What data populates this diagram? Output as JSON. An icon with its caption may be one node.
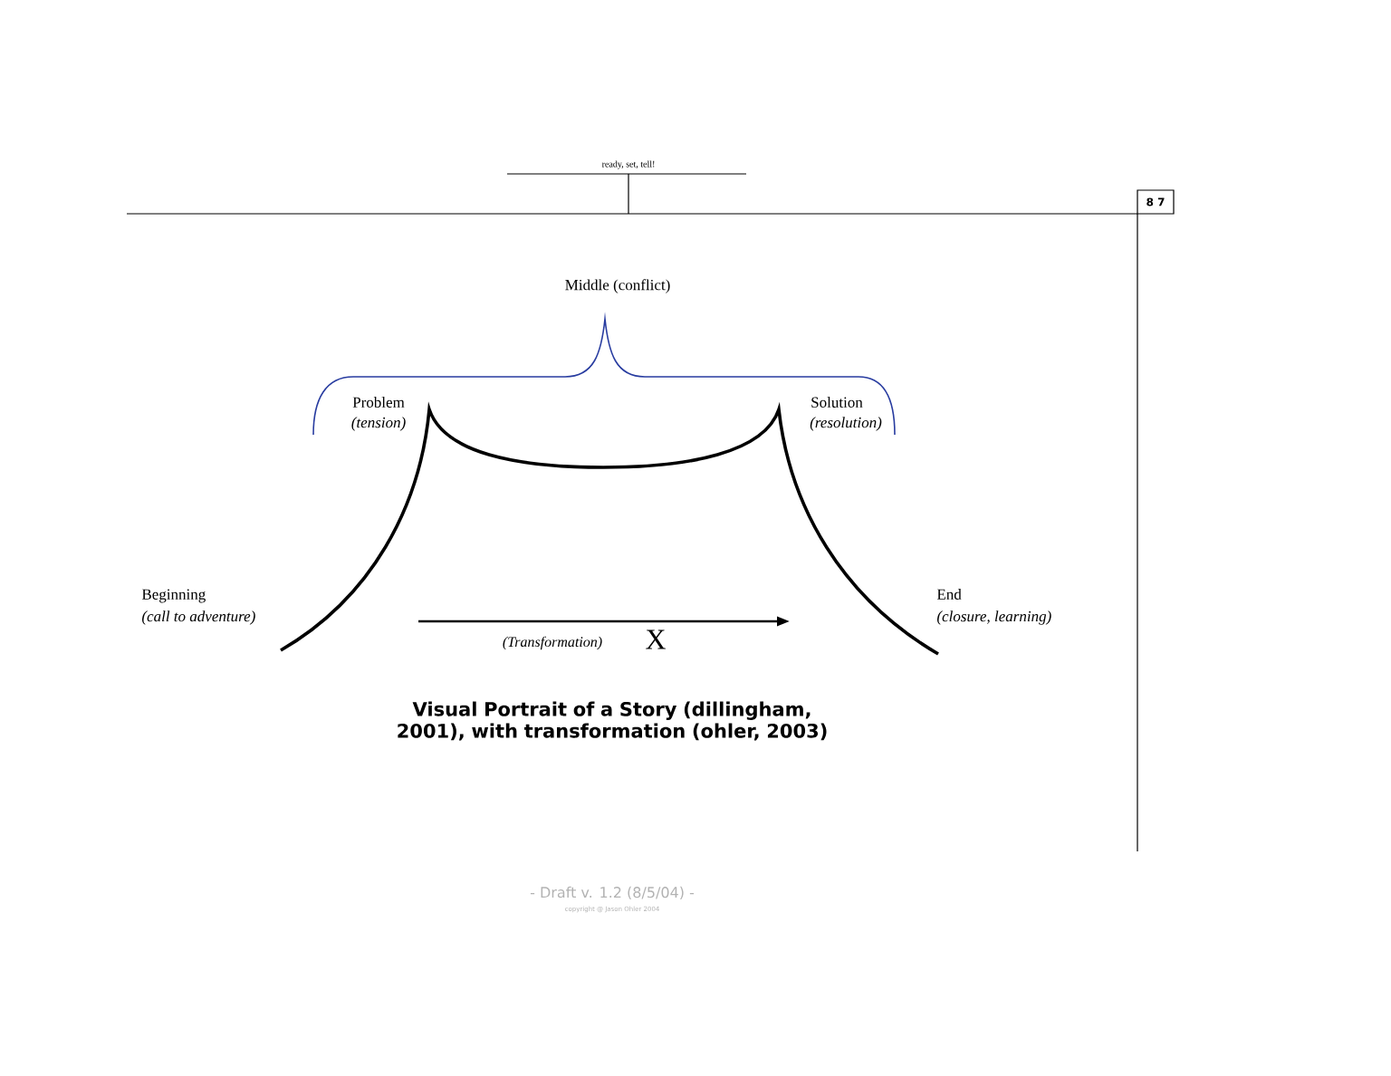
{
  "diagram": {
    "caption": "Visual Portrait of a Story (dillingham, 2001), with transformation (ohler, 2003)",
    "labels": [
      "ready, set, tell!",
      "8 7",
      "Middle (conflict)",
      "Problem",
      "(tension)",
      "Solution",
      "(resolution)",
      "Beginning",
      "(call to adventure)",
      "End",
      "(closure, learning)",
      "(Transformation)",
      "X",
      "- Draft v. 1.2 (8/5/04) -",
      "copyright @ Jason Ohler 2004"
    ]
  }
}
